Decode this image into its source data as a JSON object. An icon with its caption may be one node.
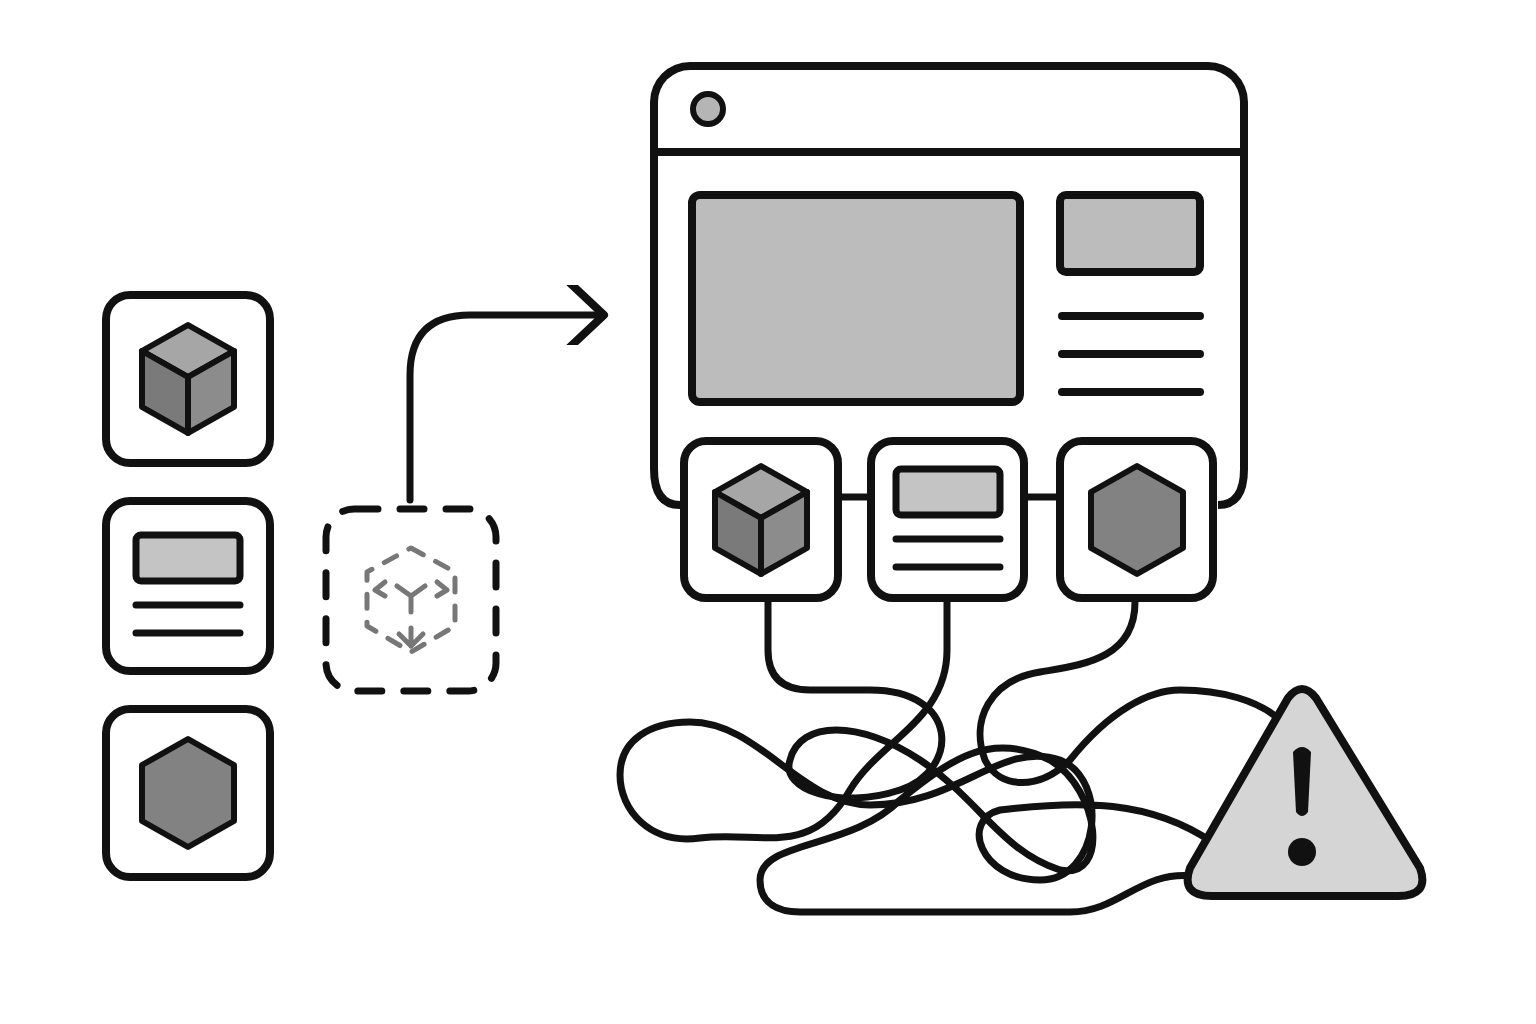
{
  "diagram": {
    "nodes": [
      {
        "text": [],
        "shape": "box"
      },
      {
        "text": [],
        "shape": "box"
      },
      {
        "text": [],
        "shape": "box"
      },
      {
        "text": [],
        "shape": "box"
      },
      {
        "text": [],
        "shape": "box"
      },
      {
        "text": [],
        "shape": "box"
      },
      {
        "text": [],
        "shape": "box"
      },
      {
        "text": [],
        "shape": "box"
      },
      {
        "text": [],
        "shape": "triangle"
      }
    ],
    "edges": [
      {
        "from": 3,
        "to": 4,
        "arrow": "to"
      },
      {
        "from": 5,
        "to": 6,
        "arrow": "none"
      },
      {
        "from": 6,
        "to": 7,
        "arrow": "none"
      },
      {
        "from": 5,
        "to": 8,
        "arrow": "none"
      },
      {
        "from": 6,
        "to": 8,
        "arrow": "none"
      },
      {
        "from": 7,
        "to": 8,
        "arrow": "none"
      }
    ]
  }
}
